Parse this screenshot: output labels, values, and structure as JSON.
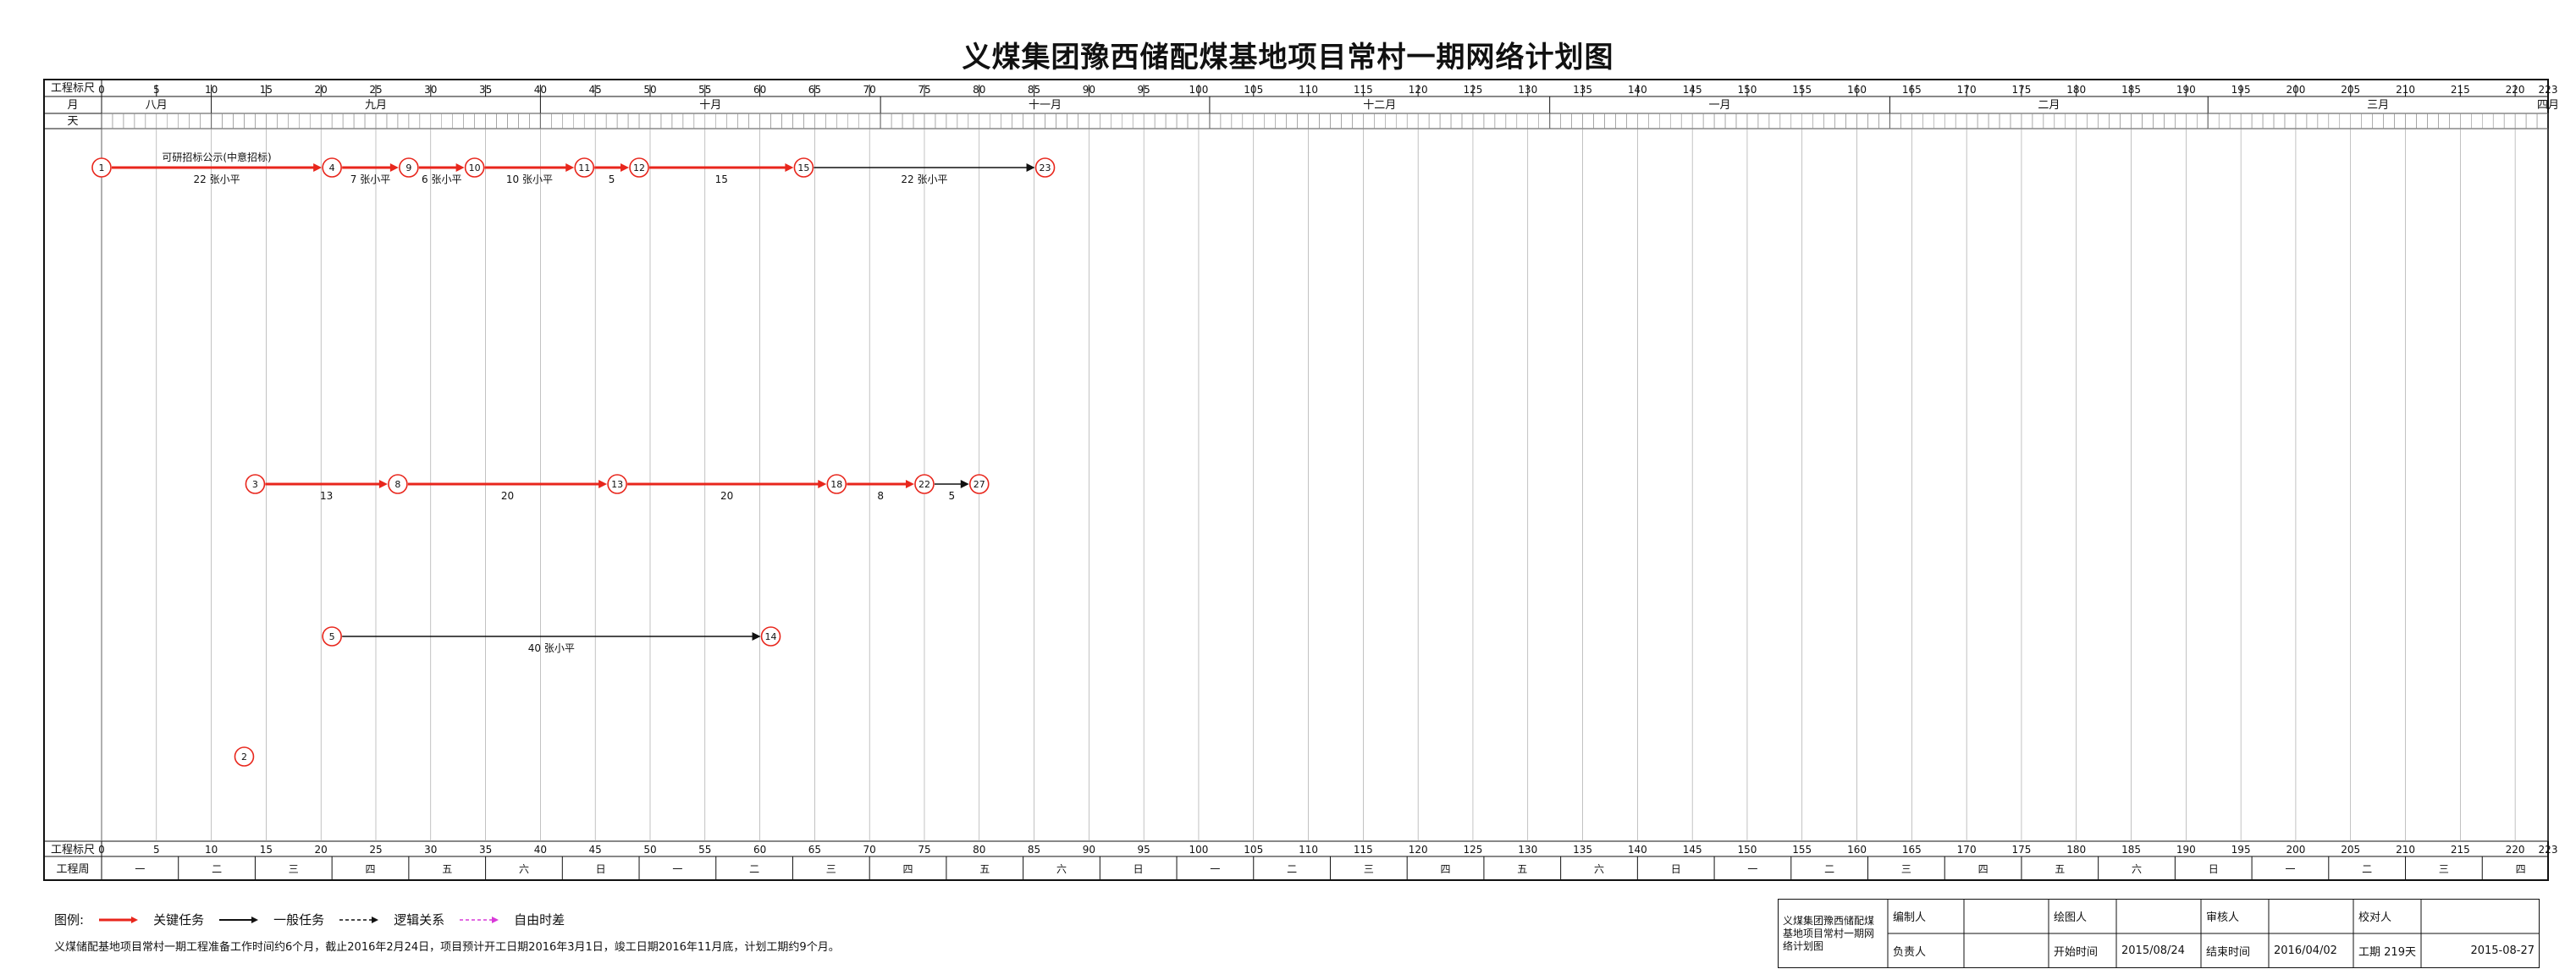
{
  "title": "义煤集团豫西储配煤基地项目常村一期网络计划图",
  "row_labels": [
    "工程标尺",
    "月",
    "天"
  ],
  "bottom_row_labels": [
    "工程标尺",
    "工程周"
  ],
  "months": [
    {
      "label": "八月",
      "day": 0
    },
    {
      "label": "九月",
      "day": 10
    },
    {
      "label": "十月",
      "day": 40
    },
    {
      "label": "十一月",
      "day": 71
    },
    {
      "label": "十二月",
      "day": 101
    },
    {
      "label": "一月",
      "day": 132
    },
    {
      "label": "二月",
      "day": 163
    },
    {
      "label": "三月",
      "day": 192
    },
    {
      "label": "四月",
      "day": 223
    }
  ],
  "scale_ticks": [
    0,
    5,
    10,
    15,
    20,
    25,
    30,
    35,
    40,
    45,
    50,
    55,
    60,
    65,
    70,
    75,
    80,
    85,
    90,
    95,
    100,
    105,
    110,
    115,
    120,
    125,
    130,
    135,
    140,
    145,
    150,
    155,
    160,
    165,
    170,
    175,
    180,
    185,
    190,
    195,
    200,
    205,
    210,
    215,
    220,
    223
  ],
  "weekdays": [
    "一",
    "二",
    "三",
    "四",
    "五",
    "六",
    "日"
  ],
  "nodes": [
    {
      "id": "1",
      "day": 0,
      "lane": 0
    },
    {
      "id": "4",
      "day": 21,
      "lane": 0
    },
    {
      "id": "9",
      "day": 28,
      "lane": 0
    },
    {
      "id": "10",
      "day": 34,
      "lane": 0
    },
    {
      "id": "11",
      "day": 44,
      "lane": 0
    },
    {
      "id": "12",
      "day": 49,
      "lane": 0
    },
    {
      "id": "15",
      "day": 64,
      "lane": 0
    },
    {
      "id": "23",
      "day": 86,
      "lane": 0
    },
    {
      "id": "3",
      "day": 14,
      "lane": 1
    },
    {
      "id": "8",
      "day": 27,
      "lane": 1
    },
    {
      "id": "13",
      "day": 47,
      "lane": 1
    },
    {
      "id": "18",
      "day": 67,
      "lane": 1
    },
    {
      "id": "22",
      "day": 75,
      "lane": 1
    },
    {
      "id": "27",
      "day": 80,
      "lane": 1
    },
    {
      "id": "5",
      "day": 21,
      "lane": 2
    },
    {
      "id": "14",
      "day": 61,
      "lane": 2
    },
    {
      "id": "2",
      "day": 13,
      "lane": 3
    }
  ],
  "arrows": [
    {
      "from": "1",
      "to": "4",
      "kind": "critical",
      "label": "可研招标公示(中意招标)",
      "duration": "22",
      "person": "张小平"
    },
    {
      "from": "4",
      "to": "9",
      "kind": "critical",
      "label": "",
      "duration": "7",
      "person": "张小平"
    },
    {
      "from": "9",
      "to": "10",
      "kind": "critical",
      "label": "",
      "duration": "6",
      "person": "张小平"
    },
    {
      "from": "10",
      "to": "11",
      "kind": "critical",
      "label": "",
      "duration": "10",
      "person": "张小平"
    },
    {
      "from": "11",
      "to": "12",
      "kind": "critical",
      "label": "",
      "duration": "5",
      "person": ""
    },
    {
      "from": "12",
      "to": "15",
      "kind": "critical",
      "label": "",
      "duration": "15",
      "person": ""
    },
    {
      "from": "15",
      "to": "23",
      "kind": "normal",
      "label": "",
      "duration": "22",
      "person": "张小平"
    },
    {
      "from": "3",
      "to": "8",
      "kind": "critical",
      "label": "",
      "duration": "13",
      "person": ""
    },
    {
      "from": "8",
      "to": "13",
      "kind": "critical",
      "label": "",
      "duration": "20",
      "person": ""
    },
    {
      "from": "13",
      "to": "18",
      "kind": "critical",
      "label": "",
      "duration": "20",
      "person": ""
    },
    {
      "from": "18",
      "to": "22",
      "kind": "critical",
      "label": "",
      "duration": "8",
      "person": ""
    },
    {
      "from": "22",
      "to": "27",
      "kind": "normal",
      "label": "",
      "duration": "5",
      "person": ""
    },
    {
      "from": "5",
      "to": "14",
      "kind": "normal",
      "label": "",
      "duration": "40",
      "person": "张小平"
    }
  ],
  "legend": {
    "label": "图例:",
    "critical": "关键任务",
    "normal": "一般任务",
    "logic": "逻辑关系",
    "free_float": "自由时差",
    "colors": {
      "critical": "#e8261c",
      "normal": "#111111",
      "logic": "#111111",
      "free_float": "#d838d8",
      "float_line": "#2fb52f"
    }
  },
  "note": "义煤储配基地项目常村一期工程准备工作时间约6个月，截止2016年2月24日，项目预计开工日期2016年3月1日，竣工日期2016年11月底，计划工期约9个月。",
  "title_block": {
    "project": "义煤集团豫西储配煤基地项目常村一期网络计划图",
    "drawn_by_label": "编制人",
    "drawn_by": "",
    "checked_label": "审核人",
    "checked": "",
    "approved_label": "校对人",
    "approved": "",
    "drawing_label": "绘图人",
    "owner_label": "负责人",
    "start_label": "开始时间",
    "start": "2015/08/24",
    "end_label": "结束时间",
    "end": "2016/04/02",
    "duration_label": "工期",
    "duration": "219天",
    "date": "2015-08-27"
  }
}
